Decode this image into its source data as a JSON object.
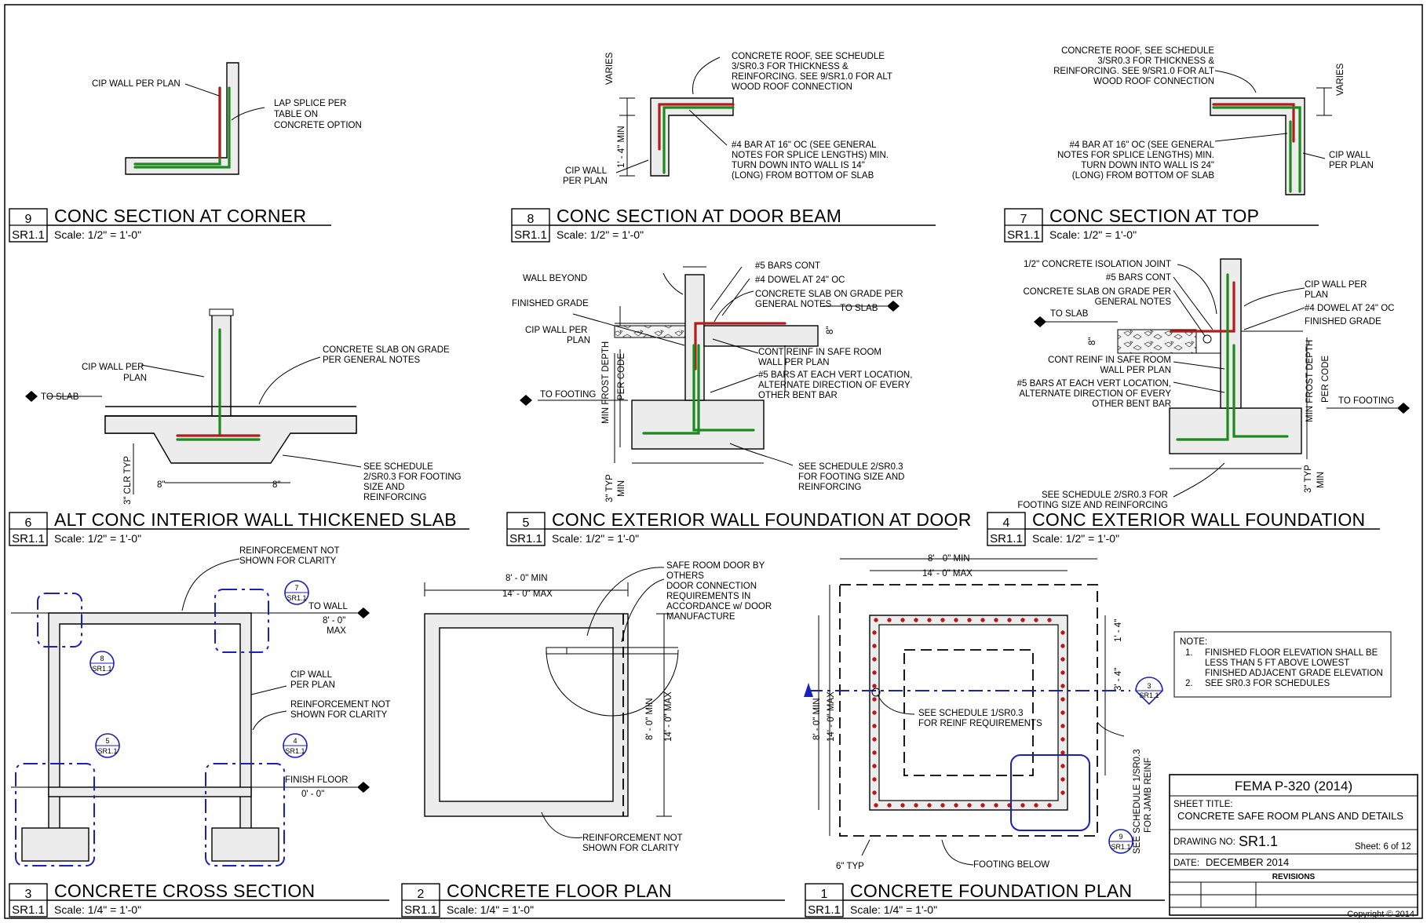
{
  "details": [
    {
      "id": "9",
      "title": "CONC SECTION AT CORNER",
      "sheet": "SR1.1",
      "scale": "Scale: 1/2\" = 1'-0\""
    },
    {
      "id": "8",
      "title": "CONC SECTION AT DOOR BEAM",
      "sheet": "SR1.1",
      "scale": "Scale: 1/2\" = 1'-0\""
    },
    {
      "id": "7",
      "title": "CONC SECTION AT TOP",
      "sheet": "SR1.1",
      "scale": "Scale: 1/2\" = 1'-0\""
    },
    {
      "id": "6",
      "title": "ALT CONC INTERIOR WALL THICKENED SLAB",
      "sheet": "SR1.1",
      "scale": "Scale: 1/2\" = 1'-0\""
    },
    {
      "id": "5",
      "title": "CONC EXTERIOR WALL FOUNDATION AT DOOR",
      "sheet": "SR1.1",
      "scale": "Scale: 1/2\" = 1'-0\""
    },
    {
      "id": "4",
      "title": "CONC EXTERIOR WALL FOUNDATION",
      "sheet": "SR1.1",
      "scale": "Scale: 1/2\" = 1'-0\""
    },
    {
      "id": "3",
      "title": "CONCRETE CROSS SECTION",
      "sheet": "SR1.1",
      "scale": "Scale: 1/4\" = 1'-0\""
    },
    {
      "id": "2",
      "title": "CONCRETE FLOOR PLAN",
      "sheet": "SR1.1",
      "scale": "Scale: 1/4\" = 1'-0\""
    },
    {
      "id": "1",
      "title": "CONCRETE FOUNDATION PLAN",
      "sheet": "SR1.1",
      "scale": "Scale: 1/4\" = 1'-0\""
    }
  ],
  "d9": {
    "cip": "CIP WALL PER PLAN",
    "lap": [
      "LAP SPLICE PER",
      "TABLE ON",
      "CONCRETE OPTION"
    ]
  },
  "d8": {
    "roof": [
      "CONCRETE ROOF, SEE SCHEUDLE",
      "3/SR0.3 FOR THICKNESS &",
      "REINFORCING. SEE 9/SR1.0 FOR ALT",
      "WOOD ROOF CONNECTION"
    ],
    "bar": [
      "#4 BAR AT 16\" OC (SEE GENERAL",
      "NOTES FOR SPLICE LENGTHS) MIN.",
      "TURN DOWN INTO WALL IS 14\"",
      "(LONG) FROM BOTTOM OF SLAB"
    ],
    "cip": [
      "CIP WALL",
      "PER PLAN"
    ],
    "varies": "VARIES",
    "min": "1' - 4\" MIN"
  },
  "d7": {
    "roof": [
      "CONCRETE ROOF, SEE SCHEDULE",
      "3/SR0.3 FOR THICKNESS &",
      "REINFORCING. SEE 9/SR1.0 FOR ALT",
      "WOOD ROOF CONNECTION"
    ],
    "bar": [
      "#4 BAR AT 16\" OC (SEE GENERAL",
      "NOTES FOR SPLICE LENGTHS) MIN.",
      "TURN DOWN INTO WALL IS 24\"",
      "(LONG) FROM BOTTOM OF SLAB"
    ],
    "cip": [
      "CIP WALL",
      "PER PLAN"
    ],
    "varies": "VARIES"
  },
  "d6": {
    "slab": [
      "CONCRETE SLAB ON GRADE",
      "PER GENERAL NOTES"
    ],
    "cip": [
      "CIP WALL PER",
      "PLAN"
    ],
    "toslab": "TO SLAB",
    "sched": [
      "SEE SCHEDULE",
      "2/SR0.3 FOR FOOTING",
      "SIZE AND",
      "REINFORCING"
    ],
    "clr": "3\" CLR TYP",
    "dim8a": "8\"",
    "dim8b": "8\""
  },
  "d5": {
    "wall_beyond": "WALL BEYOND",
    "grade": "FINISHED GRADE",
    "cip": [
      "CIP WALL PER",
      "PLAN"
    ],
    "bars": "#5 BARS CONT",
    "dowel": "#4 DOWEL AT 24\" OC",
    "slab": [
      "CONCRETE SLAB ON GRADE PER",
      "GENERAL NOTES"
    ],
    "toslab": "TO SLAB",
    "contreinf": [
      "CONT REINF IN SAFE ROOM",
      "WALL PER PLAN"
    ],
    "vert": [
      "#5 BARS AT EACH VERT LOCATION,",
      "ALTERNATE DIRECTION OF EVERY",
      "OTHER BENT BAR"
    ],
    "tofooting": "TO FOOTING",
    "frost": [
      "MIN FROST DEPTH",
      "PER CODE"
    ],
    "sched": [
      "SEE SCHEDULE 2/SR0.3",
      "FOR FOOTING SIZE AND",
      "REINFORCING"
    ],
    "typ": [
      "3\" TYP",
      "MIN"
    ],
    "dim8": "8\""
  },
  "d4": {
    "joint": "1/2\" CONCRETE ISOLATION JOINT",
    "bars": "#5 BARS CONT",
    "slab": [
      "CONCRETE SLAB ON GRADE PER",
      "GENERAL NOTES"
    ],
    "toslab": "TO SLAB",
    "cip": [
      "CIP WALL PER",
      "PLAN"
    ],
    "dowel": "#4 DOWEL AT 24\" OC",
    "grade": "FINISHED GRADE",
    "contreinf": [
      "CONT REINF IN SAFE ROOM",
      "WALL PER PLAN"
    ],
    "vert": [
      "#5 BARS AT EACH VERT LOCATION,",
      "ALTERNATE DIRECTION OF EVERY",
      "OTHER BENT BAR"
    ],
    "tofooting": "TO FOOTING",
    "frost": [
      "MIN FROST DEPTH",
      "PER CODE"
    ],
    "sched": [
      "SEE SCHEDULE 2/SR0.3 FOR",
      "FOOTING SIZE AND REINFORCING"
    ],
    "typ": [
      "3\" TYP",
      "MIN"
    ],
    "dim8": "8\""
  },
  "d3": {
    "reinf_top": [
      "REINFORCEMENT NOT",
      "SHOWN FOR CLARITY"
    ],
    "towall": "TO WALL",
    "towall_elev": [
      "8' - 0\"",
      "MAX"
    ],
    "cip": [
      "CIP WALL",
      "PER PLAN"
    ],
    "reinf_mid": [
      "REINFORCEMENT NOT",
      "SHOWN FOR CLARITY"
    ],
    "finish": "FINISH FLOOR",
    "finish_elev": "0' - 0\"",
    "bubbles": [
      {
        "num": "7",
        "sheet": "SR1.1"
      },
      {
        "num": "8",
        "sheet": "SR1.1"
      },
      {
        "num": "5",
        "sheet": "SR1.1"
      },
      {
        "num": "4",
        "sheet": "SR1.1"
      }
    ]
  },
  "d2": {
    "min": "8' - 0\" MIN",
    "max": "14' - 0\" MAX",
    "door": [
      "SAFE ROOM DOOR BY",
      "OTHERS"
    ],
    "conn": [
      "DOOR CONNECTION",
      "REQUIREMENTS IN",
      "ACCORDANCE w/ DOOR",
      "MANUFACTURE"
    ],
    "vmin": "8' - 0\" MIN",
    "vmax": "14' - 0\" MAX",
    "reinf": [
      "REINFORCEMENT NOT",
      "SHOWN FOR CLARITY"
    ]
  },
  "d1": {
    "min": "8' - 0\" MIN",
    "max": "14' - 0\" MAX",
    "vmin": "8' - 0\" MIN",
    "vmax": "14' - 0\" MAX",
    "d14": "1' - 4\"",
    "d34": "3' - 4\"",
    "sched": [
      "SEE SCHEDULE 1/SR0.3",
      "FOR REINF REQUIREMENTS"
    ],
    "jamb": [
      "SEE SCHEDULE 1/SR0.3",
      "FOR JAMB REINF"
    ],
    "footing": "FOOTING BELOW",
    "typ6": "6\" TYP",
    "bubbles": [
      {
        "num": "3",
        "sheet": "SR1.1"
      },
      {
        "num": "9",
        "sheet": "SR1.1"
      }
    ]
  },
  "notes": {
    "title": "NOTE:",
    "items": [
      [
        "1.",
        "FINISHED FLOOR ELEVATION SHALL BE"
      ],
      [
        "",
        "LESS THAN 5 FT ABOVE LOWEST"
      ],
      [
        "",
        "FINISHED ADJACENT GRADE ELEVATION"
      ],
      [
        "2.",
        "SEE SR0.3 FOR SCHEDULES"
      ]
    ]
  },
  "titleblock": {
    "project": "FEMA P-320 (2014)",
    "sheet_title_label": "SHEET TITLE:",
    "sheet_title": "CONCRETE SAFE ROOM PLANS AND DETAILS",
    "drawing_no_label": "DRAWING NO:",
    "drawing_no": "SR1.1",
    "sheet": "Sheet:  6 of 12",
    "date_label": "DATE:",
    "date": "DECEMBER 2014",
    "revisions": "REVISIONS",
    "copyright": "Copyright © 2014"
  },
  "colors": {
    "rebar_green": "#1c8a1c",
    "rebar_red": "#b21c1c",
    "callout_blue": "#1a1fbf"
  }
}
